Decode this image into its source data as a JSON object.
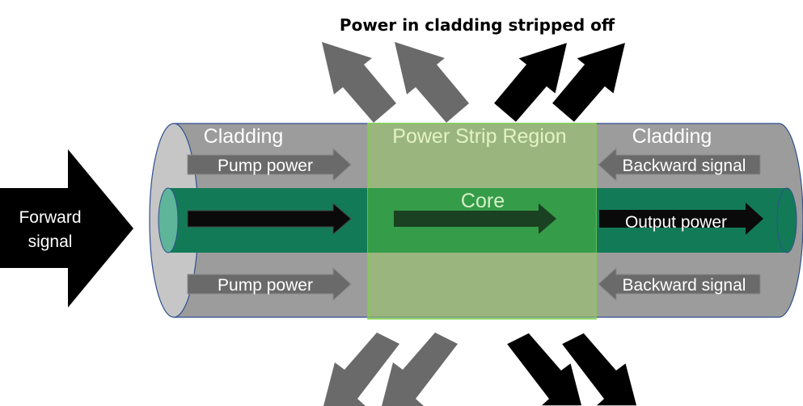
{
  "title": "Power in cladding stripped off",
  "region_label": "Power Strip Region",
  "cladding_left_label": "Cladding",
  "cladding_right_label": "Cladding",
  "core_label": "Core",
  "forward_signal_label_line1": "Forward",
  "forward_signal_label_line2": "signal",
  "pump_power_top_label": "Pump power",
  "pump_power_bottom_label": "Pump power",
  "backward_signal_top_label": "Backward signal",
  "backward_signal_bottom_label": "Backward signal",
  "output_power_label": "Output power",
  "colors": {
    "cladding_fill": "#9c9c9c",
    "cladding_end": "#c6c6c6",
    "cladding_outline": "#2f4f8f",
    "core_fill": "#137a58",
    "core_end": "#5eb59a",
    "strip_region_fill": "#99cc66",
    "strip_region_outline": "#7ed04a",
    "core_in_region": "#2e9a45",
    "pump_arrow": "#6a6a6a",
    "signal_arrow": "#0a0a0a",
    "stripped_pump_arrow": "#6a6a6a",
    "stripped_signal_arrow": "#000000"
  }
}
